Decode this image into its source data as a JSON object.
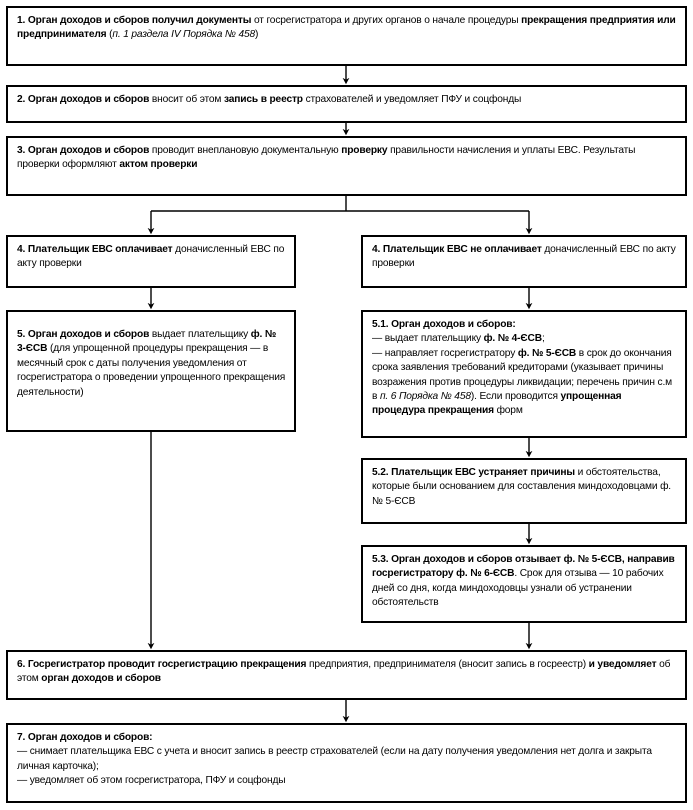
{
  "chart_data": {
    "type": "diagram",
    "subtype": "flowchart",
    "title": "",
    "orientation": "top-to-bottom",
    "branching": "step 3 splits into two parallel columns (left: paid, right: not paid), which rejoin at step 6",
    "node_count": 10,
    "nodes": [
      {
        "id": "1",
        "column": "full",
        "label": "1. Орган доходов и сборов получил документы от госрегистратора и других органов о начале процедуры прекращения предприятия или предпринимателя (п. 1 раздела IV Порядка № 458)"
      },
      {
        "id": "2",
        "column": "full",
        "label": "2. Орган доходов и сборов вносит об этом запись в реестр страхователей и уведомляет ПФУ и соцфонды"
      },
      {
        "id": "3",
        "column": "full",
        "label": "3. Орган доходов и сборов проводит внеплановую документальную проверку правильности начисления и уплаты ЕВС. Результаты проверки оформляют актом проверки"
      },
      {
        "id": "4a",
        "column": "left",
        "label": "4. Плательщик ЕВС оплачивает доначисленный ЕВС по акту проверки"
      },
      {
        "id": "4b",
        "column": "right",
        "label": "4. Плательщик ЕВС не оплачивает доначисленный ЕВС по акту проверки"
      },
      {
        "id": "5",
        "column": "left",
        "label": "5. Орган доходов и сборов выдает плательщику ф. № 3-ЄСВ (для упрощенной процедуры прекращения — в месячный срок с даты получения уведомления от госрегистратора о проведении упрощенного прекращения деятельности)"
      },
      {
        "id": "5.1",
        "column": "right",
        "label": "5.1. Орган доходов и сборов: — выдает плательщику ф. № 4-ЄСВ; — направляет госрегистратору ф. № 5-ЄСВ в срок до окончания срока заявления требований кредиторами (указывает причины возражения против процедуры ликвидации; перечень причин с.м в п. 6 Порядка № 458). Если проводится упрощенная процедура прекращения форм"
      },
      {
        "id": "5.2",
        "column": "right",
        "label": "5.2. Плательщик ЕВС устраняет причины и обстоятельства, которые были основанием для составления миндоходовцами ф. № 5-ЄСВ"
      },
      {
        "id": "5.3",
        "column": "right",
        "label": "5.3. Орган доходов и сборов отзывает ф. № 5-ЄСВ, направив госрегистратору ф. № 6-ЄСВ. Срок для отзыва — 10 рабочих дней со дня, когда миндоходовцы узнали об устранении обстоятельств"
      },
      {
        "id": "6",
        "column": "full",
        "label": "6. Госрегистратор проводит госрегистрацию прекращения предприятия, предпринимателя (вносит запись в госреестр) и уведомляет об этом орган доходов и сборов"
      },
      {
        "id": "7",
        "column": "full",
        "label": "7. Орган доходов и сборов: — снимает плательщика ЕВС с учета и вносит запись в реестр страхователей (если на дату получения уведомления нет долга и закрыта личная карточка); — уведомляет об этом госрегистратора, ПФУ и соцфонды"
      }
    ],
    "edges": [
      {
        "from": "1",
        "to": "2"
      },
      {
        "from": "2",
        "to": "3"
      },
      {
        "from": "3",
        "to": "4a"
      },
      {
        "from": "3",
        "to": "4b"
      },
      {
        "from": "4a",
        "to": "5"
      },
      {
        "from": "4b",
        "to": "5.1"
      },
      {
        "from": "5",
        "to": "6"
      },
      {
        "from": "5.1",
        "to": "5.2"
      },
      {
        "from": "5.2",
        "to": "5.3"
      },
      {
        "from": "5.3",
        "to": "6"
      },
      {
        "from": "6",
        "to": "7"
      }
    ],
    "colors": {
      "box_border": "#000000",
      "box_fill": "#ffffff",
      "text": "#000000",
      "connector": "#000000"
    }
  },
  "nodes": {
    "n1": {
      "runs": [
        {
          "t": "1. Орган доходов и сборов получил документы ",
          "s": "b"
        },
        {
          "t": "от госрегистратора и других органов о начале процедуры ",
          "s": "n"
        },
        {
          "t": "прекращения предприятия или предпринимателя ",
          "s": "b"
        },
        {
          "t": "(",
          "s": "n"
        },
        {
          "t": "п. 1 раздела IV Порядка № 458",
          "s": "i"
        },
        {
          "t": ")",
          "s": "n"
        }
      ]
    },
    "n2": {
      "runs": [
        {
          "t": "2. Орган доходов и сборов ",
          "s": "b"
        },
        {
          "t": "вносит об этом ",
          "s": "n"
        },
        {
          "t": "запись в реестр ",
          "s": "b"
        },
        {
          "t": "страхователей и уведомляет ПФУ и соцфонды",
          "s": "n"
        }
      ]
    },
    "n3": {
      "runs": [
        {
          "t": "3. Орган доходов и сборов ",
          "s": "b"
        },
        {
          "t": "проводит внеплановую документальную ",
          "s": "n"
        },
        {
          "t": "проверку ",
          "s": "b"
        },
        {
          "t": "правильности начисления и уплаты ЕВС. Результаты проверки оформляют ",
          "s": "n"
        },
        {
          "t": "актом проверки",
          "s": "b"
        }
      ]
    },
    "n4a": {
      "runs": [
        {
          "t": "4. Плательщик ЕВС оплачивает ",
          "s": "b"
        },
        {
          "t": "доначисленный ЕВС по акту проверки",
          "s": "n"
        }
      ]
    },
    "n4b": {
      "runs": [
        {
          "t": "4. Плательщик ЕВС не оплачивает ",
          "s": "b"
        },
        {
          "t": "доначисленный ЕВС по акту проверки",
          "s": "n"
        }
      ]
    },
    "n5": {
      "runs": [
        {
          "t": "5. Орган доходов и сборов ",
          "s": "b"
        },
        {
          "t": "выдает плательщику ",
          "s": "n"
        },
        {
          "t": "ф. № 3-ЄСВ ",
          "s": "b"
        },
        {
          "t": "(для упрощенной процедуры прекращения — в месячный срок с даты получения уведомления от госрегистратора о проведении упрощенного прекращения деятельности)",
          "s": "n"
        }
      ]
    },
    "n51": {
      "runs": [
        {
          "t": "5.1. Орган доходов и сборов:",
          "s": "b"
        },
        {
          "t": "\n",
          "s": "br"
        },
        {
          "t": "— выдает плательщику ",
          "s": "n"
        },
        {
          "t": "ф. № 4-ЄСВ",
          "s": "b"
        },
        {
          "t": ";",
          "s": "n"
        },
        {
          "t": "\n",
          "s": "br"
        },
        {
          "t": "— направляет госрегистратору ",
          "s": "n"
        },
        {
          "t": "ф. № 5-ЄСВ ",
          "s": "b"
        },
        {
          "t": "в срок до окончания срока заявления требований кредиторами (указывает причины возражения против процедуры ликвидации; перечень причин с.м в ",
          "s": "n"
        },
        {
          "t": "п. 6 Порядка № 458",
          "s": "i"
        },
        {
          "t": "). Если проводится ",
          "s": "n"
        },
        {
          "t": "упрощенная процедура прекращения ",
          "s": "b"
        },
        {
          "t": "форм",
          "s": "n"
        }
      ]
    },
    "n52": {
      "runs": [
        {
          "t": "5.2. Плательщик ЕВС устраняет причины ",
          "s": "b"
        },
        {
          "t": "и обстоятельства, которые были основанием для составления миндоходовцами ф. № 5-ЄСВ",
          "s": "n"
        }
      ]
    },
    "n53": {
      "runs": [
        {
          "t": "5.3. Орган доходов и сборов отзывает ф. № 5-ЄСВ, направив госрегистратору ф. № 6-ЄСВ",
          "s": "b"
        },
        {
          "t": ". Срок для отзыва — 10 рабочих дней со дня, когда миндоходовцы узнали об устранении обстоятельств",
          "s": "n"
        }
      ]
    },
    "n6": {
      "runs": [
        {
          "t": "6. Госрегистратор проводит госрегистрацию прекращения ",
          "s": "b"
        },
        {
          "t": "предприятия, предпринимателя (вносит запись в госреестр) ",
          "s": "n"
        },
        {
          "t": "и уведомляет ",
          "s": "b"
        },
        {
          "t": "об этом ",
          "s": "n"
        },
        {
          "t": "орган доходов и сборов",
          "s": "b"
        }
      ]
    },
    "n7": {
      "runs": [
        {
          "t": "7. Орган доходов и сборов:",
          "s": "b"
        },
        {
          "t": "\n",
          "s": "br"
        },
        {
          "t": "— снимает плательщика ЕВС с учета и вносит запись в реестр страхователей (если на дату получения уведомления нет долга и закрыта личная карточка);",
          "s": "n"
        },
        {
          "t": "\n",
          "s": "br"
        },
        {
          "t": "— уведомляет об этом госрегистратора, ПФУ и соцфонды",
          "s": "n"
        }
      ]
    }
  }
}
